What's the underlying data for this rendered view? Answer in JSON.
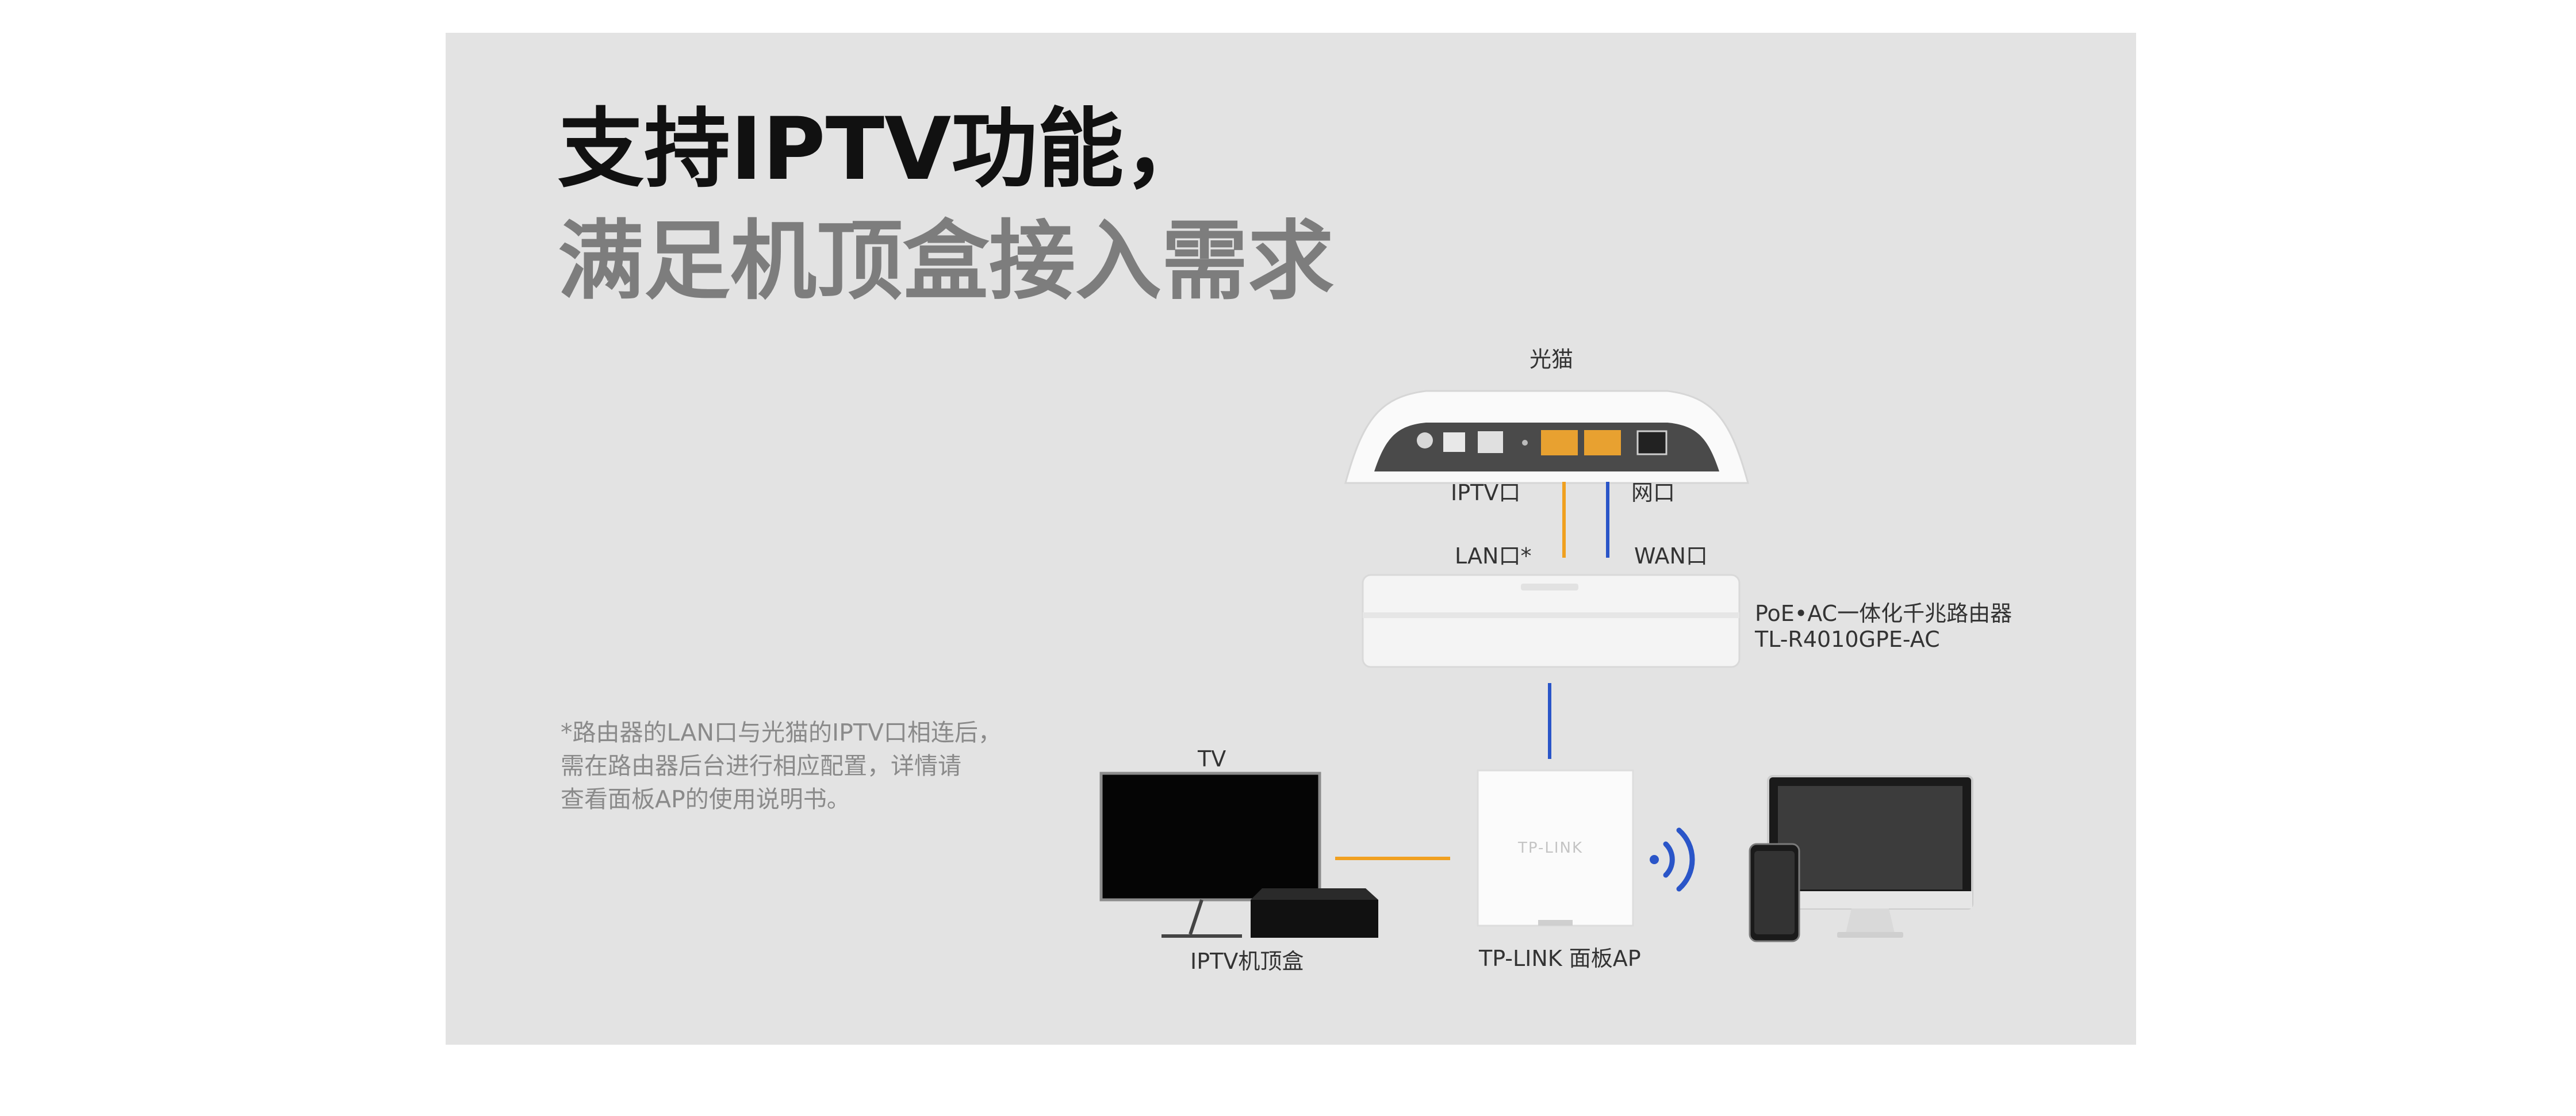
{
  "headline": {
    "line1": "支持IPTV功能，",
    "line2": "满足机顶盒接入需求"
  },
  "diagram": {
    "modem_label": "光猫",
    "modem_port_iptv": "IPTV口",
    "modem_port_net": "网口",
    "router_port_lan": "LAN口*",
    "router_port_wan": "WAN口",
    "router_name": "PoE•AC一体化千兆路由器",
    "router_model": "TL-R4010GPE-AC",
    "tv_label": "TV",
    "stb_label": "IPTV机顶盒",
    "ap_label": "TP-LINK 面板AP",
    "ap_logo": "TP-LINK"
  },
  "footnote": [
    "*路由器的LAN口与光猫的IPTV口相连后，",
    "需在路由器后台进行相应配置，详情请",
    "查看面板AP的使用说明书。"
  ],
  "colors": {
    "panel_bg": "#e3e3e3",
    "iptv_line": "#f0a020",
    "wan_line": "#2a55c8",
    "wifi_icon": "#2a55c8"
  }
}
